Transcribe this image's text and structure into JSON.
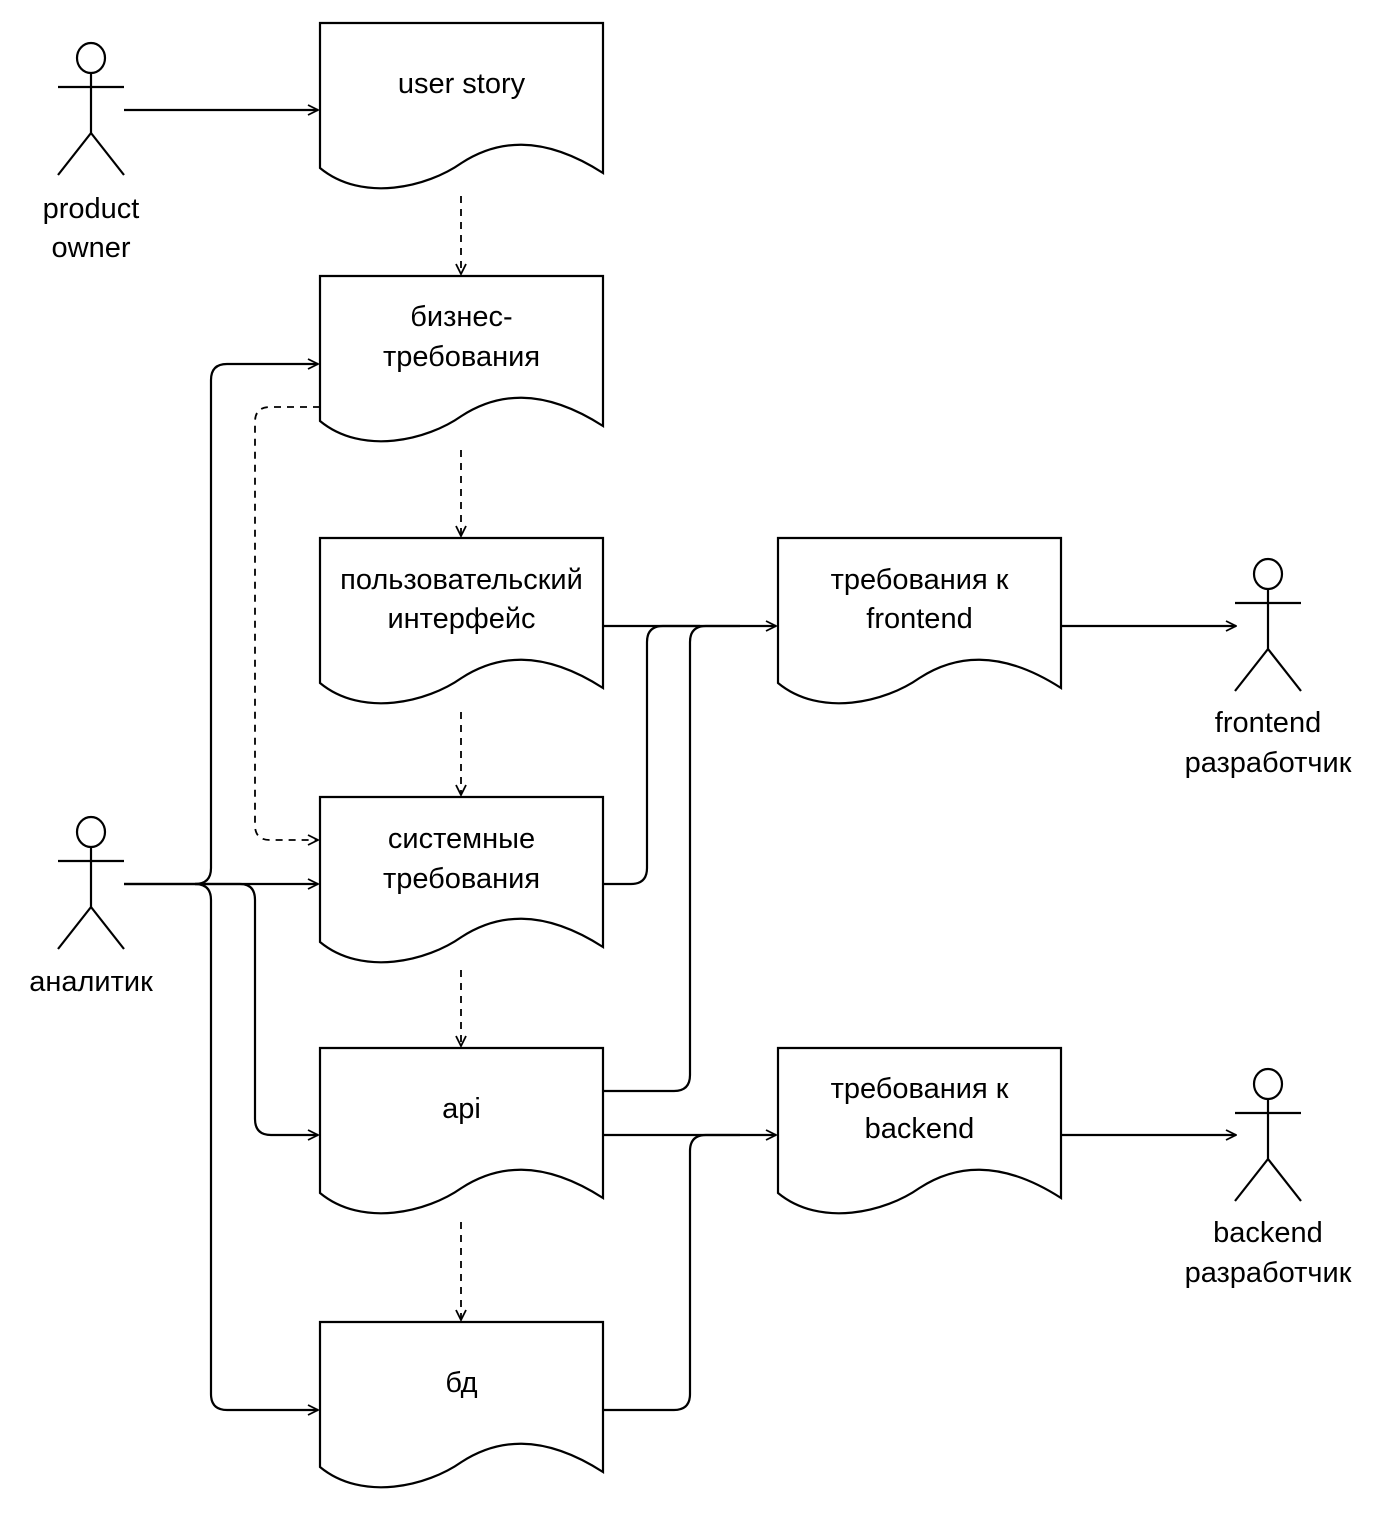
{
  "diagram": {
    "actors": [
      {
        "id": "product-owner",
        "lines": [
          "product",
          "owner"
        ]
      },
      {
        "id": "analyst",
        "lines": [
          "аналитик"
        ]
      },
      {
        "id": "frontend-dev",
        "lines": [
          "frontend",
          "разработчик"
        ]
      },
      {
        "id": "backend-dev",
        "lines": [
          "backend",
          "разработчик"
        ]
      }
    ],
    "documents": [
      {
        "id": "user-story",
        "lines": [
          "user story"
        ]
      },
      {
        "id": "business-requirements",
        "lines": [
          "бизнес-",
          "требования"
        ]
      },
      {
        "id": "user-interface",
        "lines": [
          "пользовательский",
          "интерфейс"
        ]
      },
      {
        "id": "system-requirements",
        "lines": [
          "системные",
          "требования"
        ]
      },
      {
        "id": "api",
        "lines": [
          "api"
        ]
      },
      {
        "id": "db",
        "lines": [
          "бд"
        ]
      },
      {
        "id": "frontend-requirements",
        "lines": [
          "требования к",
          "frontend"
        ]
      },
      {
        "id": "backend-requirements",
        "lines": [
          "требования к",
          "backend"
        ]
      }
    ],
    "connections": [
      {
        "from": "product-owner",
        "to": "user-story",
        "style": "solid"
      },
      {
        "from": "user-story",
        "to": "business-requirements",
        "style": "dashed"
      },
      {
        "from": "business-requirements",
        "to": "user-interface",
        "style": "dashed"
      },
      {
        "from": "business-requirements",
        "to": "system-requirements",
        "style": "dashed"
      },
      {
        "from": "user-interface",
        "to": "system-requirements",
        "style": "dashed"
      },
      {
        "from": "system-requirements",
        "to": "api",
        "style": "dashed"
      },
      {
        "from": "api",
        "to": "db",
        "style": "dashed"
      },
      {
        "from": "analyst",
        "to": "business-requirements",
        "style": "solid"
      },
      {
        "from": "analyst",
        "to": "system-requirements",
        "style": "solid"
      },
      {
        "from": "analyst",
        "to": "api",
        "style": "solid"
      },
      {
        "from": "analyst",
        "to": "db",
        "style": "solid"
      },
      {
        "from": "user-interface",
        "to": "frontend-requirements",
        "style": "solid"
      },
      {
        "from": "system-requirements",
        "to": "frontend-requirements",
        "style": "solid"
      },
      {
        "from": "api",
        "to": "frontend-requirements",
        "style": "solid"
      },
      {
        "from": "api",
        "to": "backend-requirements",
        "style": "solid"
      },
      {
        "from": "db",
        "to": "backend-requirements",
        "style": "solid"
      },
      {
        "from": "frontend-requirements",
        "to": "frontend-dev",
        "style": "solid"
      },
      {
        "from": "backend-requirements",
        "to": "backend-dev",
        "style": "solid"
      }
    ]
  }
}
